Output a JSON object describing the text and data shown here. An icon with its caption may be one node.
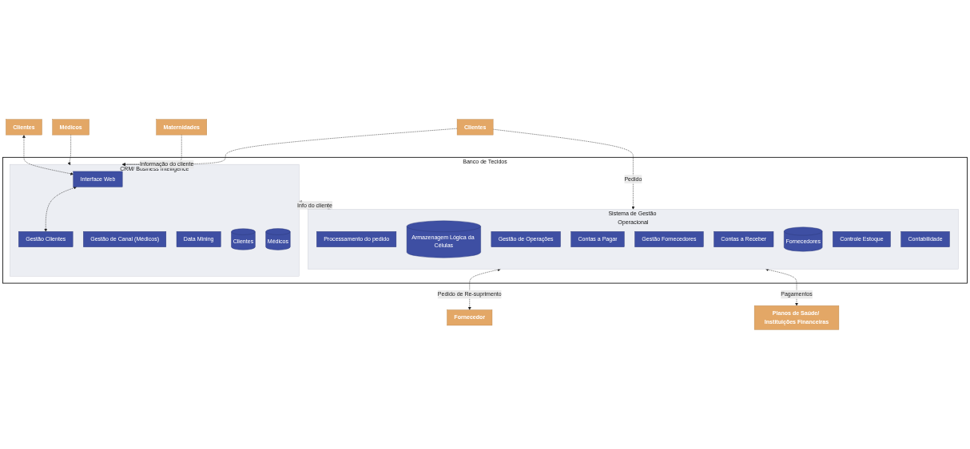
{
  "diagram": {
    "nodes": [
      {
        "text": [
          "Médicos"
        ]
      },
      {
        "text": [
          "Maternidades"
        ]
      },
      {
        "text": [
          "Clientes"
        ]
      },
      {
        "text": [
          "Banco de Tecidos"
        ]
      },
      {
        "text": [
          "Clientes"
        ]
      },
      {
        "text": [
          "CRM/ Business Intelligence"
        ],
        "in": 3
      },
      {
        "text": [
          "Interface Web"
        ],
        "in": 5
      },
      {
        "text": [
          "Gestão Clientes"
        ],
        "in": 5
      },
      {
        "text": [
          "Gestão de Canal (Médicos)"
        ],
        "in": 5
      },
      {
        "text": [
          "Data Mining"
        ],
        "in": 5
      },
      {
        "text": [
          "Clientes"
        ],
        "in": 5
      },
      {
        "text": [
          "Médicos"
        ],
        "in": 5
      },
      {
        "text": [
          "Sistema de Gestão Operacional"
        ],
        "in": 3
      },
      {
        "text": [
          "Processamento do pedido"
        ],
        "in": 12
      },
      {
        "text": [
          "Armazenagem Lógica da Células"
        ],
        "in": 12
      },
      {
        "text": [
          "Gestão de Operações"
        ],
        "in": 12
      },
      {
        "text": [
          "Contas a Pagar"
        ],
        "in": 12
      },
      {
        "text": [
          "Gestão Fornecedores"
        ],
        "in": 12
      },
      {
        "text": [
          "Contas a Receber"
        ],
        "in": 12
      },
      {
        "text": [
          "Fornecedores"
        ],
        "in": 12
      },
      {
        "text": [
          "Controle Estoque"
        ],
        "in": 12
      },
      {
        "text": [
          "Contabilidade"
        ],
        "in": 12
      },
      {
        "text": [
          "Fornecedor"
        ]
      },
      {
        "text": [
          "Planos de Saúde/ Instituições Financeiras"
        ]
      }
    ],
    "edges": [
      {
        "from": 0,
        "to": 5,
        "arrow": "to",
        "style": "dashed"
      },
      {
        "from": 1,
        "to": 5,
        "arrow": "to",
        "style": "dashed",
        "label": "Informação do cliente"
      },
      {
        "from": 2,
        "to": 5,
        "arrow": "to",
        "style": "dashed"
      },
      {
        "from": 2,
        "to": 12,
        "arrow": "to",
        "style": "dashed",
        "label": "Pedido"
      },
      {
        "from": 4,
        "to": 6,
        "arrow": "both",
        "style": "dashed"
      },
      {
        "from": 6,
        "to": 7,
        "arrow": "both",
        "style": "dashed"
      },
      {
        "from": 5,
        "to": 12,
        "arrow": "both",
        "style": "dashed",
        "label": "Info do cliente"
      },
      {
        "from": 12,
        "to": 22,
        "arrow": "both",
        "style": "dashed",
        "label": "Pedido de Re-suprimento"
      },
      {
        "from": 12,
        "to": 23,
        "arrow": "both",
        "style": "dashed",
        "label": "Pagamentos"
      }
    ]
  }
}
